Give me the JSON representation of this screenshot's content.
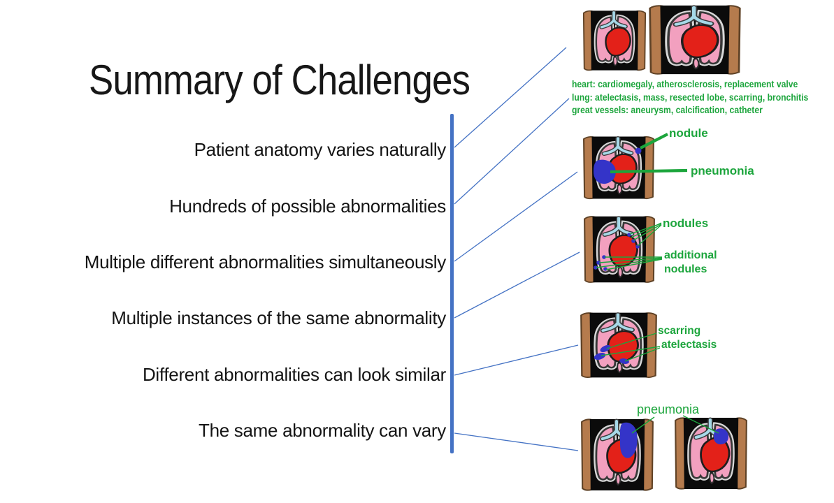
{
  "slide": {
    "title": "Summary of Challenges",
    "challenges": [
      "Patient anatomy varies naturally",
      "Hundreds of possible abnormalities",
      "Multiple different abnormalities simultaneously",
      "Multiple instances of the same abnormality",
      "Different abnormalities can look similar",
      "The same abnormality can vary"
    ]
  },
  "abnormality_categories": {
    "lines": [
      "heart: cardiomegaly, atherosclerosis, replacement valve",
      "lung: atelectasis, mass, resected lobe, scarring, bronchitis",
      "great vessels: aneurysm, calcification, catheter"
    ]
  },
  "annotations": {
    "nodule": "nodule",
    "pneumonia_single": "pneumonia",
    "nodules": "nodules",
    "additional_nodules": "additional nodules",
    "scarring": "scarring",
    "atelectasis": "atelectasis",
    "pneumonia_pair": "pneumonia"
  },
  "colors": {
    "accent_blue": "#4472C4",
    "annotation_green": "#1CA53C",
    "finding_blue": "#3434C8",
    "lung_pink": "#F2A0BF",
    "heart_red": "#E32119",
    "skin_brown": "#B57B4D"
  }
}
